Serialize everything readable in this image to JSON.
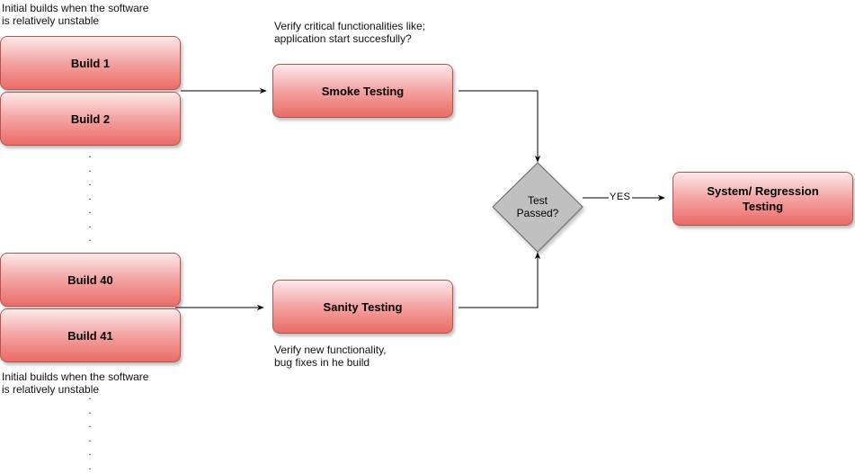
{
  "builds": {
    "top": [
      {
        "label": "Build 1"
      },
      {
        "label": "Build 2"
      }
    ],
    "bottom": [
      {
        "label": "Build 40"
      },
      {
        "label": "Build 41"
      }
    ]
  },
  "notes": {
    "top_builds": "Initial builds when the software\nis relatively unstable",
    "bottom_builds": "Initial builds when the software\nis relatively unstable",
    "smoke": "Verify critical functionalities like;\napplication start succesfully?",
    "sanity": "Verify new functionality,\nbug fixes in he build"
  },
  "testing": {
    "smoke_label": "Smoke Testing",
    "sanity_label": "Sanity Testing"
  },
  "decision": {
    "label": "Test\nPassed?",
    "yes_label": "YES"
  },
  "result": {
    "label": "System/ Regression\nTesting"
  },
  "ellipsis": {
    "middle": ".\n.\n.\n.\n.\n.\n.",
    "bottom": ".\n.\n.\n.\n.\n."
  },
  "colors": {
    "box_border": "#b85450",
    "box_fill_top": "#fbe9e9",
    "box_fill_bottom": "#ea6b66",
    "diamond_fill": "#c0c0c0",
    "diamond_border": "#666666",
    "connector": "#000000"
  }
}
